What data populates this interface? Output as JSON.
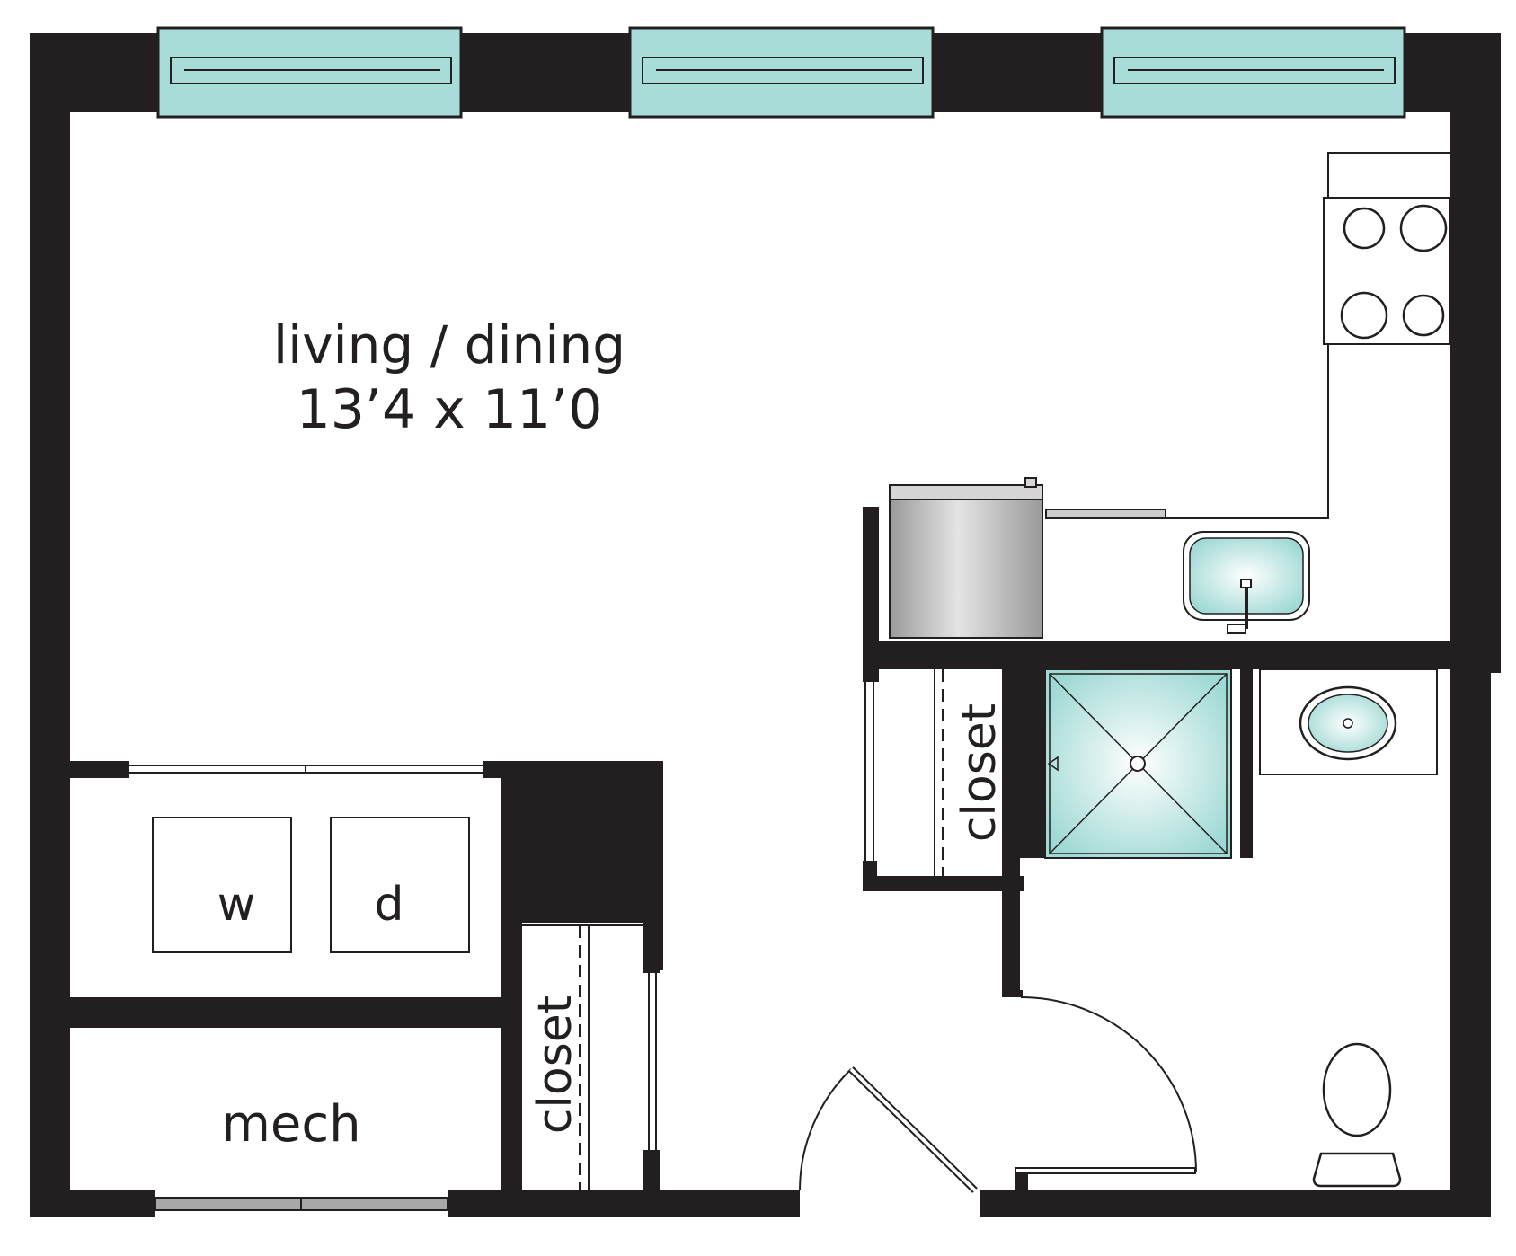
{
  "rooms": {
    "living": {
      "name": "living / dining",
      "dimensions": "13’4 x 11’0"
    },
    "washer": "w",
    "dryer": "d",
    "mech": "mech",
    "closet_left": "closet",
    "closet_right": "closet"
  },
  "colors": {
    "wall": "#231f20",
    "glass": "#a8dcd9",
    "fixture": "#bfe8e4",
    "appliance": "#b8b8b8",
    "background": "#ffffff"
  },
  "icons": {
    "window": "window-icon",
    "cooktop": "cooktop-icon",
    "refrigerator": "refrigerator-icon",
    "kitchen_sink": "sink-icon",
    "shower": "shower-icon",
    "bathroom_sink": "sink-icon",
    "toilet": "toilet-icon",
    "door": "door-swing-icon"
  }
}
